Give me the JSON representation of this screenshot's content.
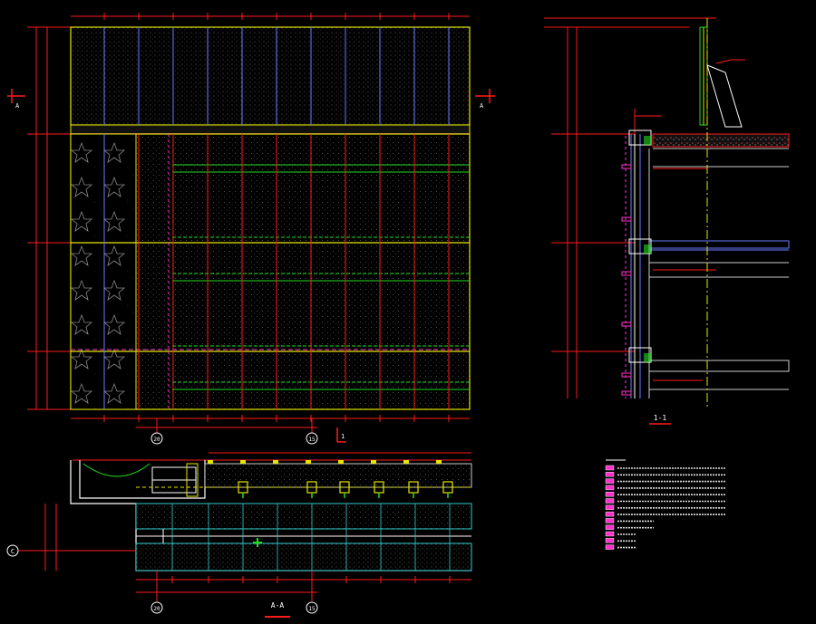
{
  "colors": {
    "background": "#000000",
    "dim_red": "#ff1a1a",
    "outline_yellow": "#e6e600",
    "grid_blue": "#6a7cff",
    "accent_magenta": "#ff33cc",
    "green": "#22dd22",
    "cyan": "#33cccc",
    "white": "#ffffff",
    "hatch_gray": "#7a7a7a"
  },
  "elevation": {
    "section_markers": [
      "A",
      "A"
    ],
    "axis_labels": [
      "20",
      "15"
    ],
    "section_cut_label": "1"
  },
  "section_1_1": {
    "title": "1-1"
  },
  "plan_a_a": {
    "title": "A-A",
    "axis_left": "C",
    "axis_labels": [
      "20",
      "15"
    ]
  },
  "legend": {
    "entries": [
      "",
      "",
      "",
      "",
      "",
      "",
      "",
      "",
      "",
      "",
      "",
      "",
      ""
    ]
  }
}
